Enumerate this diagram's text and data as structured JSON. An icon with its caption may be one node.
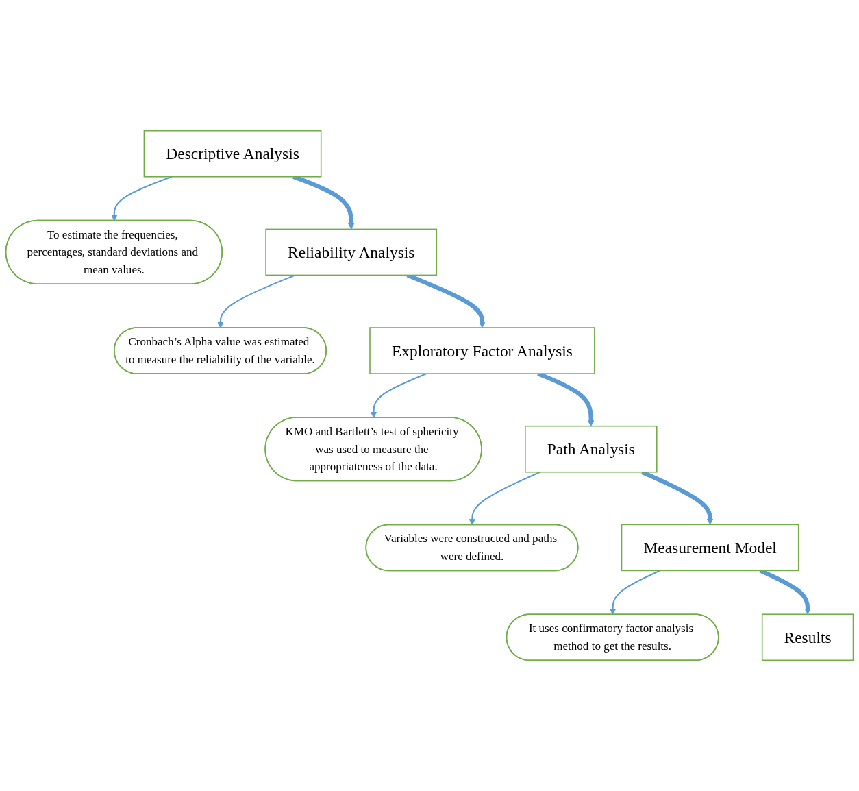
{
  "diagram": {
    "nodes": [
      {
        "text": [
          "Descriptive Analysis"
        ]
      },
      {
        "text": [
          "To estimate the frequencies, percentages, standard deviations and mean values."
        ]
      },
      {
        "text": [
          "Cronbach’s Alpha value was estimated to measure the reliability of the variable."
        ]
      },
      {
        "text": [
          "Reliability Analysis"
        ]
      },
      {
        "text": [
          "Exploratory Factor Analysis"
        ]
      },
      {
        "text": [
          "KMO and Bartlett’s test of sphericity was used to measure the appropriateness of the data."
        ]
      },
      {
        "text": [
          "Variables were constructed and paths were defined."
        ]
      },
      {
        "text": [
          "Path Analysis"
        ]
      },
      {
        "text": [
          "Measurement Model"
        ]
      },
      {
        "text": [
          "It uses confirmatory factor analysis method to get the results."
        ]
      },
      {
        "text": [
          "Results"
        ]
      }
    ],
    "edges": [
      {
        "from": 0,
        "to": 1,
        "arrow": "to"
      },
      {
        "from": 0,
        "to": 3,
        "arrow": "to",
        "style": "thick"
      },
      {
        "from": 3,
        "to": 2,
        "arrow": "to"
      },
      {
        "from": 3,
        "to": 4,
        "arrow": "to",
        "style": "thick"
      },
      {
        "from": 4,
        "to": 5,
        "arrow": "to"
      },
      {
        "from": 4,
        "to": 7,
        "arrow": "to",
        "style": "thick"
      },
      {
        "from": 7,
        "to": 6,
        "arrow": "to"
      },
      {
        "from": 7,
        "to": 8,
        "arrow": "to",
        "style": "thick"
      },
      {
        "from": 8,
        "to": 9,
        "arrow": "to"
      },
      {
        "from": 8,
        "to": 10,
        "arrow": "to",
        "style": "thick"
      }
    ]
  }
}
